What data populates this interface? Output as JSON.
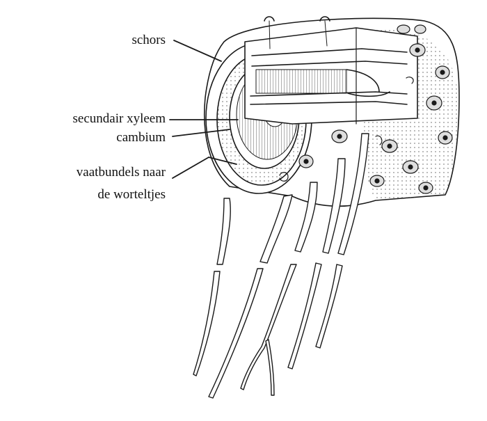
{
  "labels": {
    "schors": "schors",
    "secundair_xyleem": "secundair xyleem",
    "cambium": "cambium",
    "vaatbundels_line1": "vaatbundels naar",
    "vaatbundels_line2": "de worteltjes"
  },
  "colors": {
    "ink": "#1a1a1a",
    "paper": "#ffffff",
    "shade": "#dedede"
  }
}
